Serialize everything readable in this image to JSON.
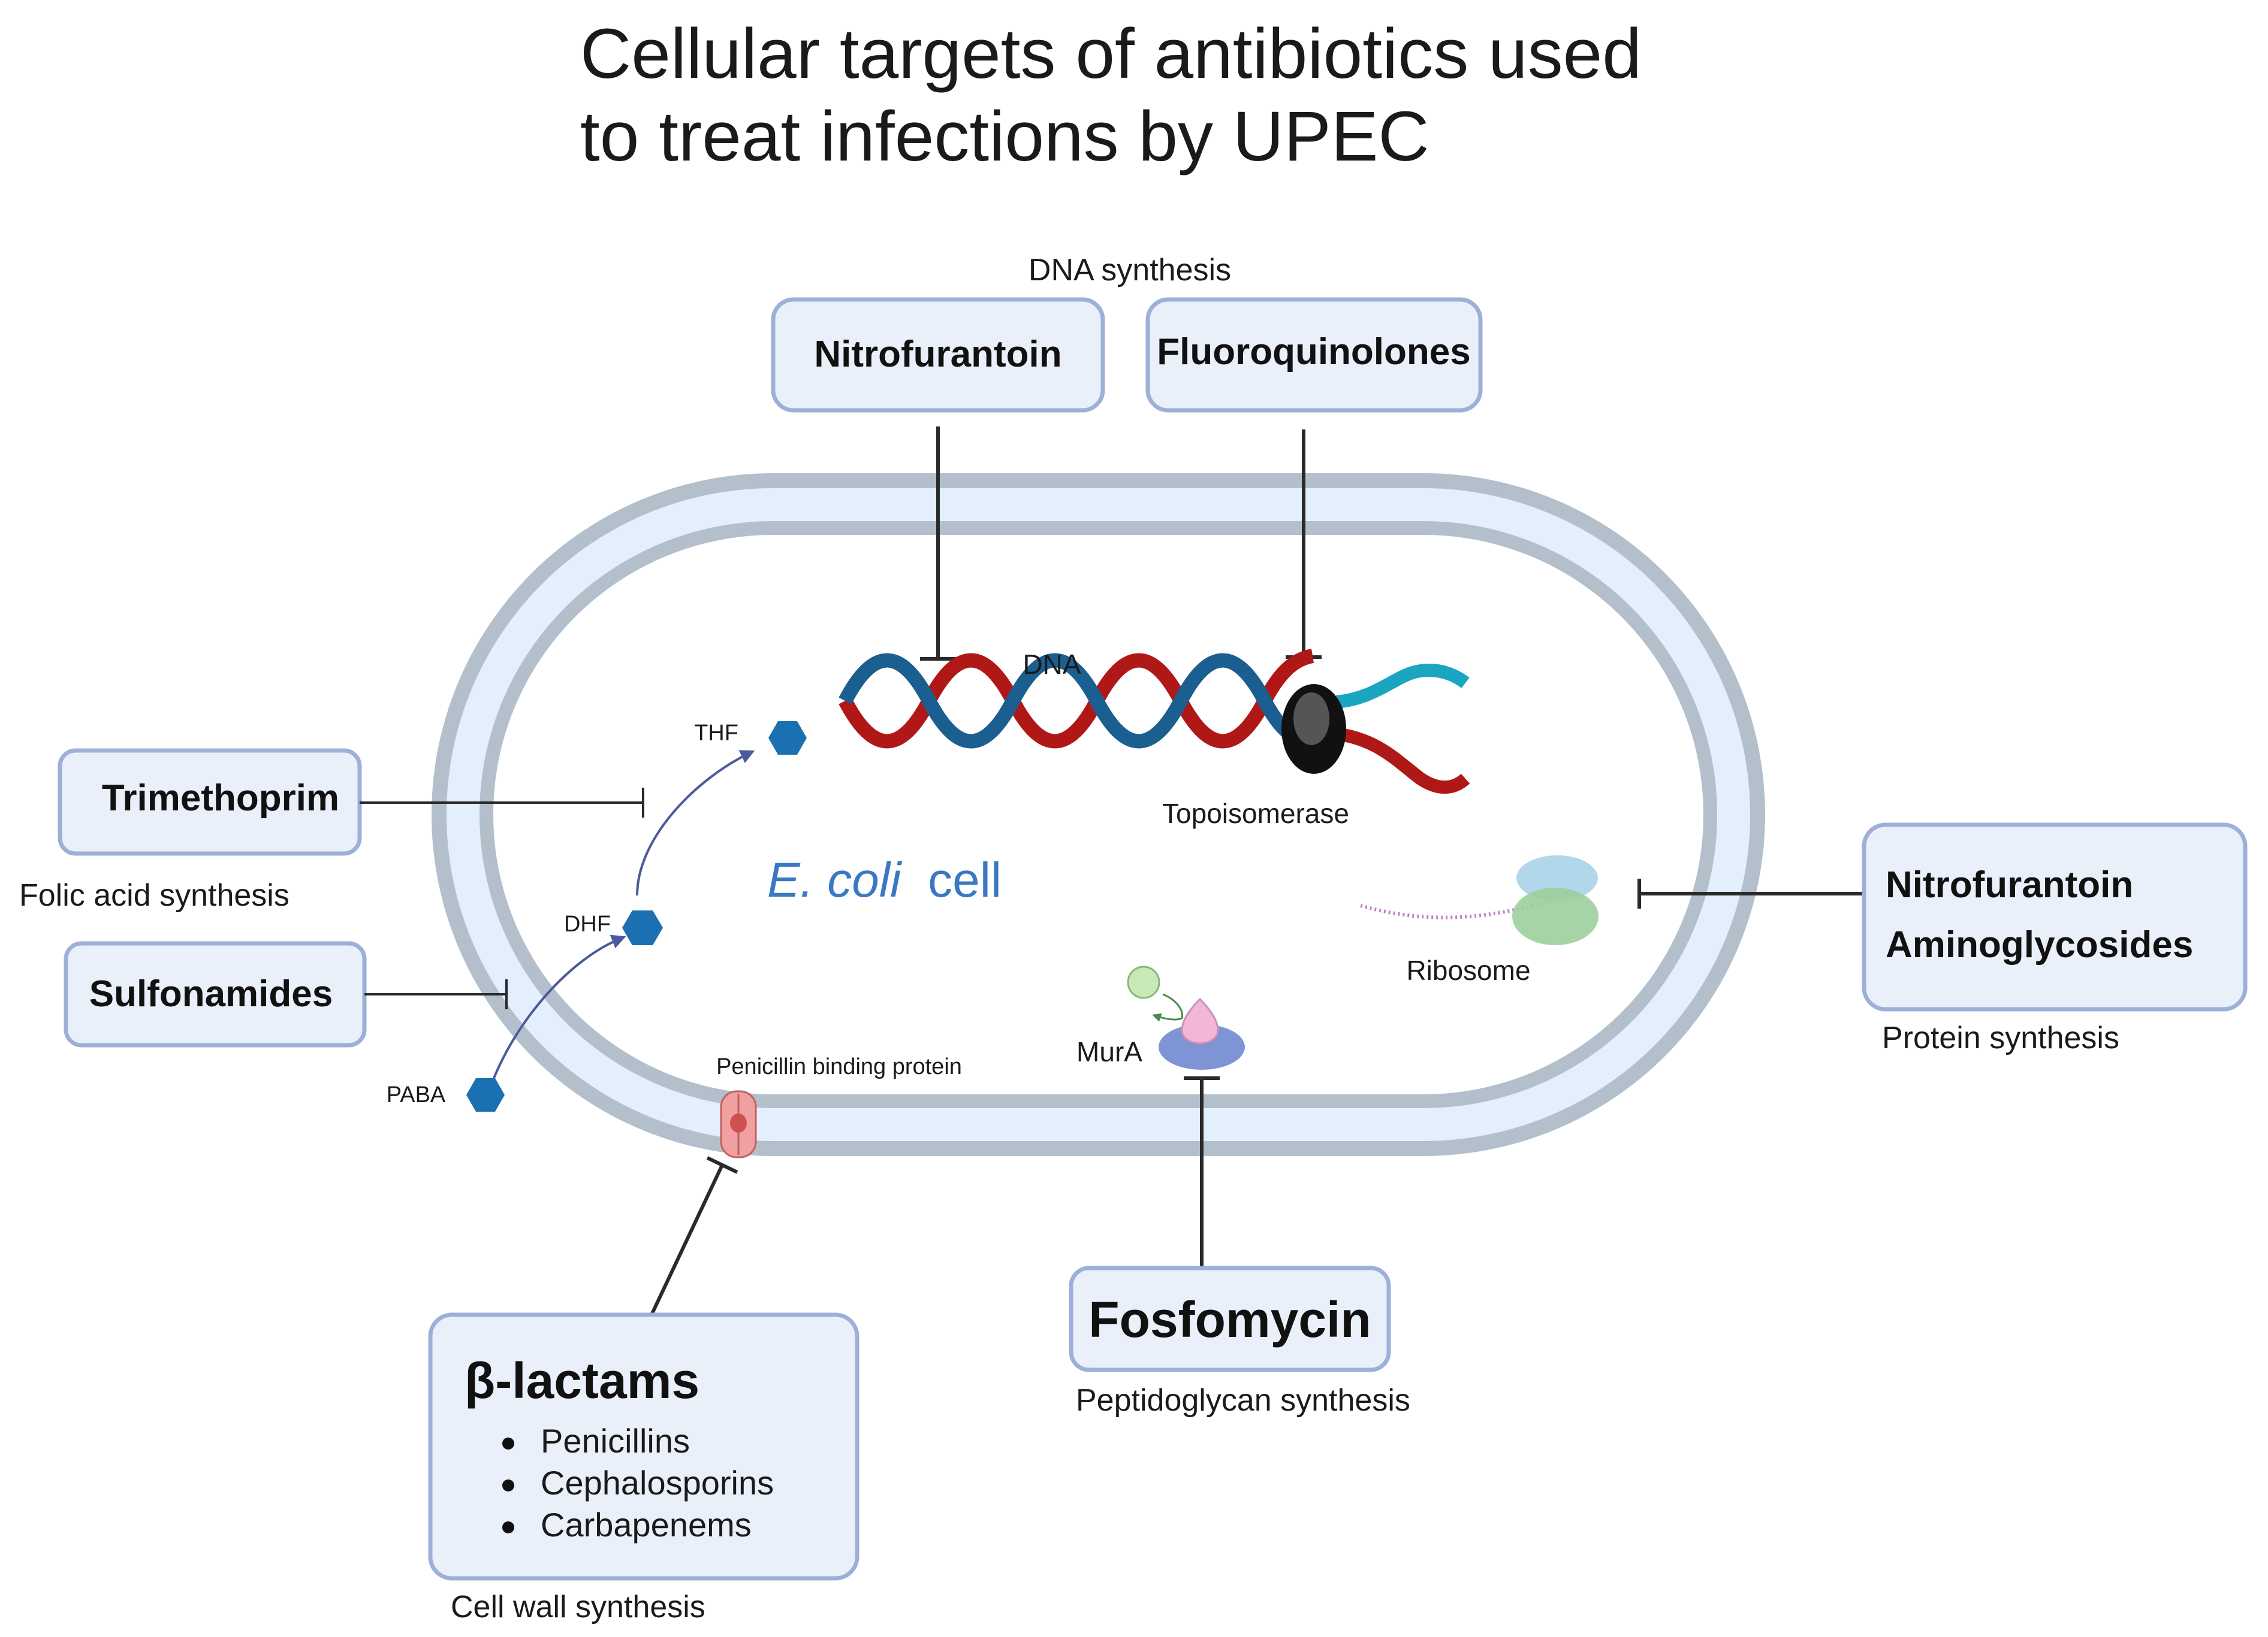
{
  "title": {
    "line1": "Cellular targets of antibiotics used",
    "line2": "to treat infections by UPEC"
  },
  "categories": {
    "dna": "DNA synthesis",
    "folic": "Folic acid synthesis",
    "protein": "Protein synthesis",
    "peptidoglycan": "Peptidoglycan synthesis",
    "cellwall": "Cell wall synthesis"
  },
  "drugs": {
    "nitrofurantoin_dna": "Nitrofurantoin",
    "fluoroquinolones": "Fluoroquinolones",
    "trimethoprim": "Trimethoprim",
    "sulfonamides": "Sulfonamides",
    "protein_line1": "Nitrofurantoin",
    "protein_line2": "Aminoglycosides",
    "fosfomycin": "Fosfomycin",
    "betalactams": "β-lactams",
    "betalactam_items": [
      "Penicillins",
      "Cephalosporins",
      "Carbapenems"
    ]
  },
  "cell": {
    "species": "E. coli",
    "word": "cell"
  },
  "molecules": {
    "dna": "DNA",
    "topoisomerase": "Topoisomerase",
    "thf": "THF",
    "dhf": "DHF",
    "paba": "PABA",
    "ribosome": "Ribosome",
    "mura": "MurA",
    "pbp": "Penicillin binding protein"
  },
  "colors": {
    "membrane": "#b3c0cc",
    "periplasm": "#e3effc",
    "box_fill": "#eaf0fa",
    "box_stroke": "#9cb0d8",
    "hexagon": "#1a70b0",
    "dna_red": "#b01818",
    "dna_blue": "#1a5f8f",
    "dna_cyan": "#1aa6c0",
    "cell_label": "#3a78c2"
  }
}
